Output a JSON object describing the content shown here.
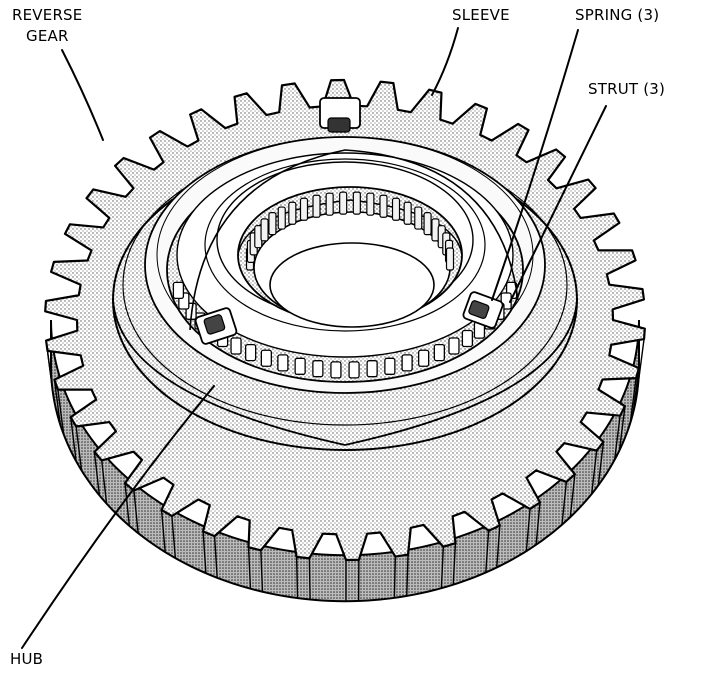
{
  "labels": {
    "reverse_gear_line1": "REVERSE",
    "reverse_gear_line2": "GEAR",
    "sleeve": "SLEEVE",
    "spring": "SPRING (3)",
    "strut": "STRUT (3)",
    "hub": "HUB"
  },
  "colors": {
    "ink": "#000000",
    "paper": "#ffffff",
    "shade": "#c8c8c8"
  }
}
